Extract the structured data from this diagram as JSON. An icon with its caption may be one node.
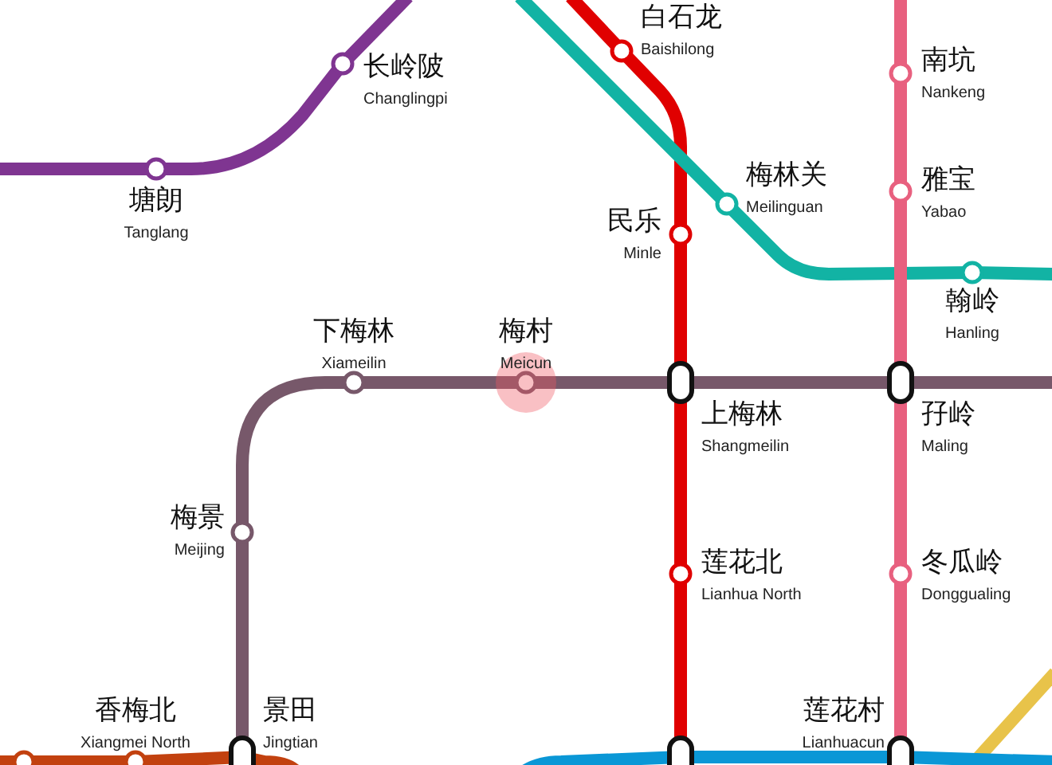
{
  "diagram": {
    "nodes": [
      {
        "text": [
          "白石龙",
          "Baishilong"
        ]
      },
      {
        "text": [
          "长岭陂",
          "Changlingpi"
        ]
      },
      {
        "text": [
          "南坑",
          "Nankeng"
        ]
      },
      {
        "text": [
          "塘朗",
          "Tanglang"
        ]
      },
      {
        "text": [
          "雅宝",
          "Yabao"
        ]
      },
      {
        "text": [
          "梅林关",
          "Meilinguan"
        ]
      },
      {
        "text": [
          "民乐",
          "Minle"
        ]
      },
      {
        "text": [
          "翰岭",
          "Hanling"
        ]
      },
      {
        "text": [
          "下梅林",
          "Xiameilin"
        ]
      },
      {
        "text": [
          "梅村",
          "Meicun"
        ]
      },
      {
        "text": [
          "上梅林",
          "Shangmeilin"
        ]
      },
      {
        "text": [
          "孖岭",
          "Maling"
        ]
      },
      {
        "text": [
          "梅景",
          "Meijing"
        ]
      },
      {
        "text": [
          "莲花北",
          "Lianhua North"
        ]
      },
      {
        "text": [
          "冬瓜岭",
          "Donggualing"
        ]
      },
      {
        "text": [
          "香梅北",
          "Xiangmei North"
        ]
      },
      {
        "text": [
          "景田",
          "Jingtian"
        ]
      },
      {
        "text": [
          "莲花村",
          "Lianhuacun"
        ]
      },
      {
        "text": [],
        "shape": "circle"
      },
      {
        "text": [],
        "shape": "box"
      }
    ],
    "edges": [
      {
        "from": null,
        "to": 3,
        "arrow": "none",
        "color": "#7f3591"
      },
      {
        "from": 3,
        "to": 1,
        "arrow": "none",
        "color": "#7f3591"
      },
      {
        "from": 1,
        "to": null,
        "arrow": "none",
        "color": "#7f3591"
      },
      {
        "from": null,
        "to": 0,
        "arrow": "none",
        "color": "#e00000"
      },
      {
        "from": 0,
        "to": 6,
        "arrow": "none",
        "color": "#e00000"
      },
      {
        "from": 6,
        "to": 10,
        "arrow": "none",
        "color": "#e00000"
      },
      {
        "from": 10,
        "to": 13,
        "arrow": "none",
        "color": "#e00000"
      },
      {
        "from": 13,
        "to": 19,
        "arrow": "none",
        "color": "#e00000"
      },
      {
        "from": null,
        "to": 5,
        "arrow": "none",
        "color": "#12b3a4"
      },
      {
        "from": 5,
        "to": 7,
        "arrow": "none",
        "color": "#12b3a4"
      },
      {
        "from": 7,
        "to": null,
        "arrow": "none",
        "color": "#12b3a4"
      },
      {
        "from": null,
        "to": 2,
        "arrow": "none",
        "color": "#e8607f"
      },
      {
        "from": 2,
        "to": 4,
        "arrow": "none",
        "color": "#e8607f"
      },
      {
        "from": 4,
        "to": 11,
        "arrow": "none",
        "color": "#e8607f"
      },
      {
        "from": 11,
        "to": 14,
        "arrow": "none",
        "color": "#e8607f"
      },
      {
        "from": 14,
        "to": 17,
        "arrow": "none",
        "color": "#e8607f"
      },
      {
        "from": 16,
        "to": 12,
        "arrow": "none",
        "color": "#77586a"
      },
      {
        "from": 12,
        "to": 8,
        "arrow": "none",
        "color": "#77586a"
      },
      {
        "from": 8,
        "to": 9,
        "arrow": "none",
        "color": "#77586a"
      },
      {
        "from": 9,
        "to": 10,
        "arrow": "none",
        "color": "#77586a"
      },
      {
        "from": 10,
        "to": 11,
        "arrow": "none",
        "color": "#77586a"
      },
      {
        "from": 11,
        "to": null,
        "arrow": "none",
        "color": "#77586a"
      },
      {
        "from": null,
        "to": 18,
        "arrow": "none",
        "color": "#c2410f"
      },
      {
        "from": 18,
        "to": 15,
        "arrow": "none",
        "color": "#c2410f"
      },
      {
        "from": 15,
        "to": 16,
        "arrow": "none",
        "color": "#c2410f"
      },
      {
        "from": 16,
        "to": null,
        "arrow": "none",
        "color": "#c2410f"
      },
      {
        "from": null,
        "to": 19,
        "arrow": "none",
        "color": "#0a97d6"
      },
      {
        "from": 19,
        "to": 17,
        "arrow": "none",
        "color": "#0a97d6"
      },
      {
        "from": 17,
        "to": null,
        "arrow": "none",
        "color": "#0a97d6"
      }
    ]
  }
}
